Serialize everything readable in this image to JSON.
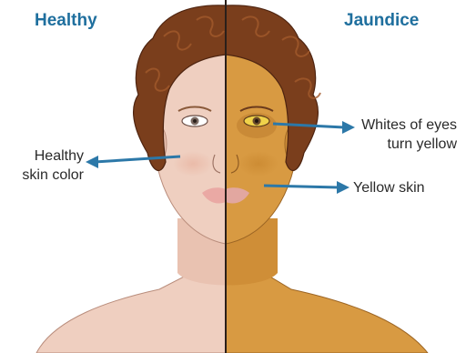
{
  "titles": {
    "left": "Healthy",
    "right": "Jaundice"
  },
  "labels": {
    "healthy_skin_line1": "Healthy",
    "healthy_skin_line2": "skin color",
    "eyes_line1": "Whites of eyes",
    "eyes_line2": "turn yellow",
    "yellow_skin": "Yellow skin"
  },
  "colors": {
    "title_left": "#1f6f9e",
    "title_right": "#1f6f9e",
    "arrow": "#2c78a8",
    "skin_healthy": "#efcfc0",
    "skin_jaundice": "#d89a42",
    "hair": "#7a3e1c",
    "divider": "#2a1f1a"
  }
}
